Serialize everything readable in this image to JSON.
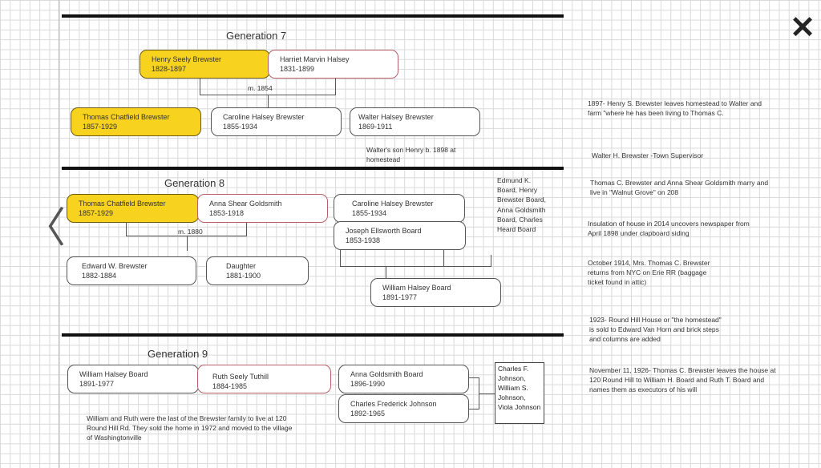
{
  "gen7": {
    "title": "Generation 7",
    "father": {
      "name": "Henry Seely Brewster",
      "years": "1828-1897"
    },
    "mother": {
      "name": "Harriet Marvin Halsey",
      "years": "1831-1899"
    },
    "marriage": "m. 1854",
    "children": [
      {
        "name": "Thomas Chatfield Brewster",
        "years": "1857-1929"
      },
      {
        "name": "Caroline Halsey Brewster",
        "years": "1855-1934"
      },
      {
        "name": "Walter Halsey Brewster",
        "years": "1869-1911"
      }
    ],
    "note": "Walter's son Henry b. 1898 at homestead"
  },
  "gen8": {
    "title": "Generation 8",
    "father": {
      "name": "Thomas Chatfield Brewster",
      "years": "1857-1929"
    },
    "mother": {
      "name": "Anna Shear Goldsmith",
      "years": "1853-1918"
    },
    "marriage": "m. 1880",
    "children": [
      {
        "name": "Edward W. Brewster",
        "years": "1882-1884"
      },
      {
        "name": "Daughter",
        "years": "1881-1900"
      }
    ],
    "caroline": {
      "name": "Caroline Halsey Brewster",
      "years": "1855-1934"
    },
    "joseph": {
      "name": "Joseph Ellsworth Board",
      "years": "1853-1938"
    },
    "william": {
      "name": "William Halsey Board",
      "years": "1891-1977"
    },
    "siblings": "Edmund K. Board, Henry Brewster Board, Anna Goldsmith Board, Charles Heard Board"
  },
  "gen9": {
    "title": "Generation 9",
    "william": {
      "name": "William Halsey Board",
      "years": "1891-1977"
    },
    "ruth": {
      "name": "Ruth Seely Tuthill",
      "years": "1884-1985"
    },
    "anna": {
      "name": "Anna Goldsmith Board",
      "years": "1896-1990"
    },
    "charles": {
      "name": "Charles Frederick Johnson",
      "years": "1892-1965"
    },
    "children": "Charles F. Johnson, William S. Johnson, Viola Johnson",
    "note": "William and Ruth were the last of the Brewster family to live at 120 Round Hill Rd.  They sold the home in 1972 and moved to the village of Washingtonville"
  },
  "timeline": [
    "1897- Henry S. Brewster leaves homestead to Walter and farm \"where he has been living to Thomas C.",
    "Walter H. Brewster -Town Supervisor",
    "Thomas C. Brewster and Anna Shear Goldsmith marry and live in \"Walnut Grove\" on 208",
    "Insulation of house in 2014 uncovers newspaper from April 1898 under clapboard siding",
    "October 1914, Mrs. Thomas C. Brewster returns from NYC on Erie RR (baggage ticket found in attic)",
    "1923- Round Hill House or \"the homestead\" is sold to Edward Van Horn and brick steps and columns are added",
    "November 11, 1926- Thomas C. Brewster leaves the house at 120 Round Hill to William H. Board and Ruth T. Board and names them as executors of his will"
  ],
  "controls": {
    "close": "✕",
    "prev": "〈"
  }
}
